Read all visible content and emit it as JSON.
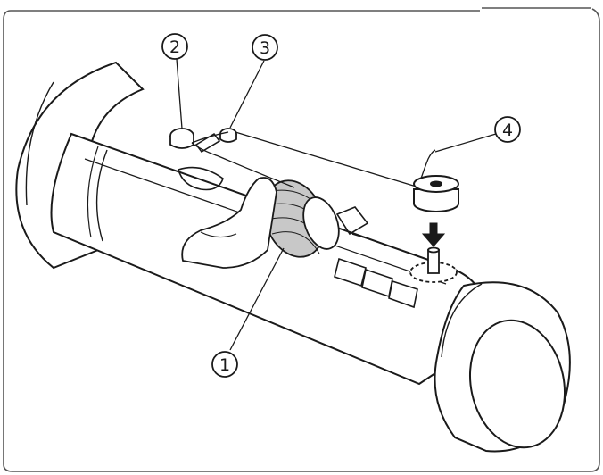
{
  "callouts": [
    {
      "id": "spool",
      "label": "1"
    },
    {
      "id": "thread-guide",
      "label": "2"
    },
    {
      "id": "tension-disc",
      "label": "3"
    },
    {
      "id": "bobbin",
      "label": "4"
    }
  ],
  "colors": {
    "stroke": "#1a1a1a",
    "frame": "#555555",
    "fill": "#ffffff",
    "thread_fill": "#c8c8c8"
  },
  "icons": {
    "arrow": "down-arrow-icon"
  }
}
